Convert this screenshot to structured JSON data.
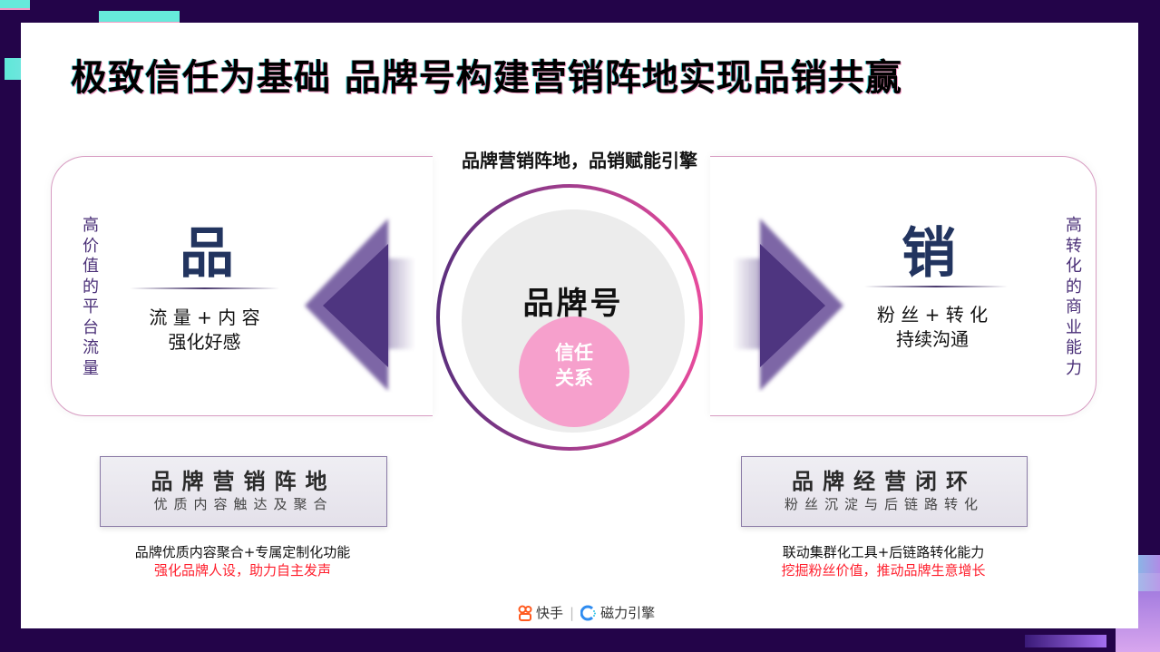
{
  "slide": {
    "title": "极致信任为基础 品牌号构建营销阵地实现品销共赢",
    "subtitle": "品牌营销阵地，品销赋能引擎",
    "left_panel": {
      "vertical_label": "高价值的平台流量",
      "big_char": "品",
      "line1": "流 量 + 内 容",
      "line2": "强化好感"
    },
    "right_panel": {
      "vertical_label": "高转化的商业能力",
      "big_char": "销",
      "line1": "粉 丝 + 转 化",
      "line2": "持续沟通"
    },
    "center": {
      "title": "品牌号",
      "inner_line1": "信任",
      "inner_line2": "关系"
    },
    "left_box": {
      "title": "品牌营销阵地",
      "subtitle": "优质内容触达及聚合",
      "note_line1": "品牌优质内容聚合+专属定制化功能",
      "note_line2": "强化品牌人设，助力自主发声"
    },
    "right_box": {
      "title": "品牌经营闭环",
      "subtitle": "粉丝沉淀与后链路转化",
      "note_line1": "联动集群化工具+后链路转化能力",
      "note_line2": "挖掘粉丝价值，推动品牌生意增长"
    },
    "footer": {
      "brand1": "快手",
      "separator": "|",
      "brand2": "磁力引擎"
    }
  },
  "colors": {
    "background": "#230449",
    "accent_cyan": "#66eadb",
    "accent_pink": "#f29ac4",
    "arrow_purple": "#4e3580",
    "big_char_navy": "#22345f",
    "note_red": "#ff1f2d",
    "kuaishou_orange": "#ff5a1f",
    "magnet_blue": "#2f8cf0"
  }
}
